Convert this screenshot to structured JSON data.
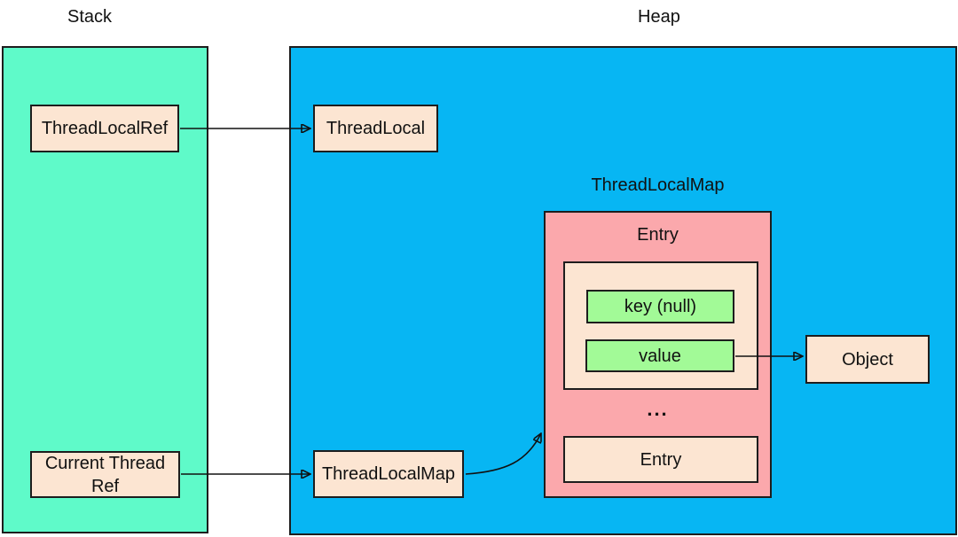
{
  "titles": {
    "stack": "Stack",
    "heap": "Heap"
  },
  "stack": {
    "thread_local_ref": "ThreadLocalRef",
    "current_thread_ref": "Current Thread Ref"
  },
  "heap": {
    "thread_local": "ThreadLocal",
    "thread_local_map": "ThreadLocalMap",
    "object": "Object",
    "map": {
      "title": "ThreadLocalMap",
      "entry_top": "Entry",
      "key_slot": "key (null)",
      "value_slot": "value",
      "ellipsis": "...",
      "entry_bottom": "Entry"
    }
  },
  "connections": [
    {
      "from": "ThreadLocalRef",
      "to": "ThreadLocal"
    },
    {
      "from": "Current Thread Ref",
      "to": "ThreadLocalMap"
    },
    {
      "from": "ThreadLocalMap",
      "to": "ThreadLocalMap entry table"
    },
    {
      "from": "value",
      "to": "Object"
    }
  ],
  "colors": {
    "stack_bg": "#5ffac9",
    "heap_bg": "#07b6f3",
    "map_bg": "#fba8ac",
    "box_bg": "#fce5d2",
    "slot_bg": "#a2fa97",
    "border": "#1d1d1d",
    "arrow": "#111111"
  }
}
